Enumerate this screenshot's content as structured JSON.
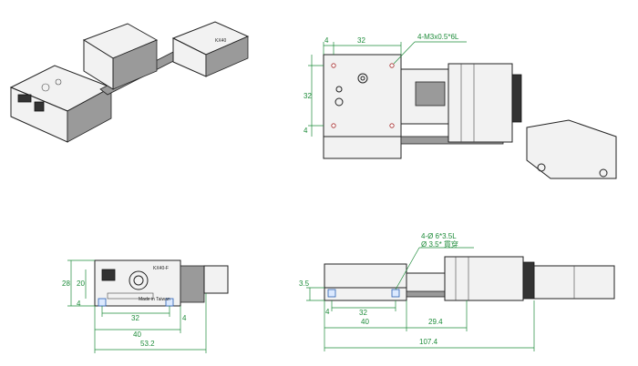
{
  "top_view": {
    "dim_width_top": "32",
    "dim_left_offset": "4",
    "dim_height": "32",
    "dim_bottom_offset": "4",
    "hole_callout": "4-M3x0.5*6L"
  },
  "front_view": {
    "dim_height_total": "28",
    "dim_height_mid": "20",
    "dim_height_low": "4",
    "dim_hole_spacing": "32",
    "dim_right_offset": "4",
    "dim_width_body": "40",
    "dim_width_total": "53.2",
    "label_model": "KX40-F",
    "label_made": "Made in Taiwan"
  },
  "side_view": {
    "hole_callout_1": "4-Ø 6*3.5L",
    "hole_callout_2": "Ø 3.5* 貫穿",
    "dim_height_left": "3.5",
    "dim_left_offset": "4",
    "dim_hole_spacing": "32",
    "dim_body": "40",
    "dim_motor": "29.4",
    "dim_total": "107.4"
  },
  "iso_view": {
    "label_plate": "KX40"
  }
}
